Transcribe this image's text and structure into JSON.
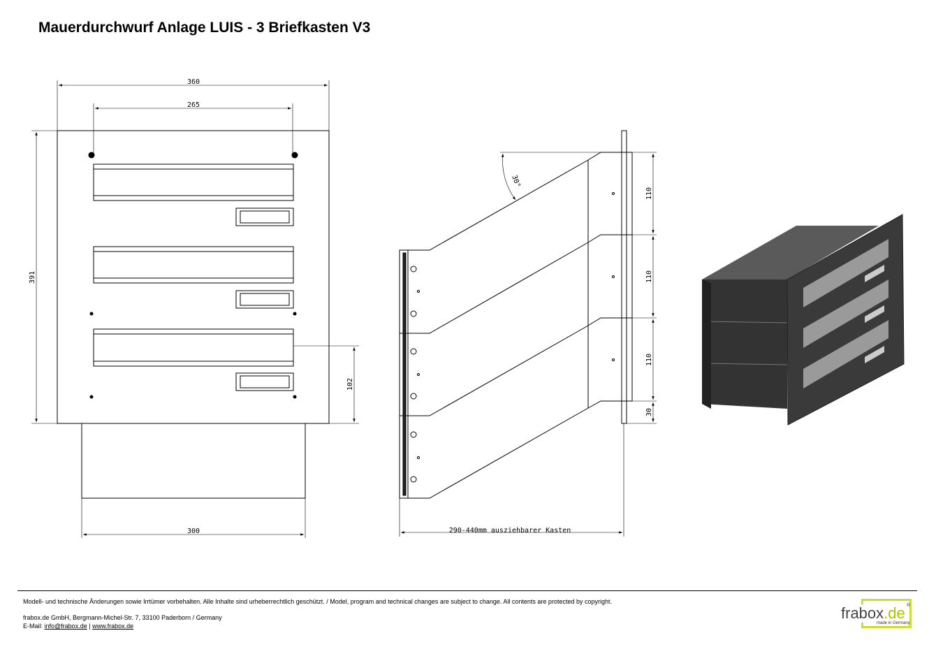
{
  "title": "Mauerdurchwurf Anlage LUIS - 3 Briefkasten V3",
  "front_view": {
    "dims": {
      "width_total": "360",
      "screw_spacing": "265",
      "height_total": "391",
      "bottom_offset": "102",
      "tube_width": "300"
    }
  },
  "side_view": {
    "dims": {
      "angle": "30°",
      "compartment_1": "110",
      "compartment_2": "110",
      "compartment_3": "110",
      "bottom": "30",
      "depth": "290-440mm ausziehbarer Kasten"
    }
  },
  "footer": {
    "disclaimer": "Modell- und technische Änderungen sowie Irrtümer vorbehalten. Alle Inhalte sind urheberrechtlich geschützt. / Model, program and technical changes are subject to change. All contents are protected by copyright.",
    "address": "frabox.de GmbH, Bergmann-Michel-Str. 7, 33100 Paderborn / Germany",
    "email_label": "E-Mail:",
    "email": "info@frabox.de",
    "separator": "|",
    "website": "www.frabox.de"
  },
  "logo": {
    "name": "frabox",
    "tld": ".de",
    "tagline": "made in Germany",
    "registered": "®"
  },
  "colors": {
    "logo_accent": "#cddc39",
    "render_dark": "#3a3a3a"
  }
}
